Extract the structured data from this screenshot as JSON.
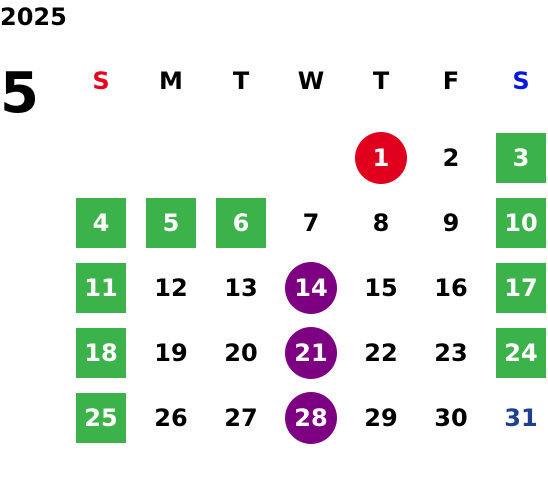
{
  "calendar": {
    "year": "2025",
    "month": "5",
    "weekdays": [
      "S",
      "M",
      "T",
      "W",
      "T",
      "F",
      "S"
    ],
    "days": [
      {
        "day": "",
        "style": "empty"
      },
      {
        "day": "",
        "style": "empty"
      },
      {
        "day": "",
        "style": "empty"
      },
      {
        "day": "",
        "style": "empty"
      },
      {
        "day": "1",
        "style": "red"
      },
      {
        "day": "2",
        "style": "normal"
      },
      {
        "day": "3",
        "style": "green"
      },
      {
        "day": "4",
        "style": "green"
      },
      {
        "day": "5",
        "style": "green"
      },
      {
        "day": "6",
        "style": "green"
      },
      {
        "day": "7",
        "style": "normal"
      },
      {
        "day": "8",
        "style": "normal"
      },
      {
        "day": "9",
        "style": "normal"
      },
      {
        "day": "10",
        "style": "green"
      },
      {
        "day": "11",
        "style": "green"
      },
      {
        "day": "12",
        "style": "normal"
      },
      {
        "day": "13",
        "style": "normal"
      },
      {
        "day": "14",
        "style": "purple"
      },
      {
        "day": "15",
        "style": "normal"
      },
      {
        "day": "16",
        "style": "normal"
      },
      {
        "day": "17",
        "style": "green"
      },
      {
        "day": "18",
        "style": "green"
      },
      {
        "day": "19",
        "style": "normal"
      },
      {
        "day": "20",
        "style": "normal"
      },
      {
        "day": "21",
        "style": "purple"
      },
      {
        "day": "22",
        "style": "normal"
      },
      {
        "day": "23",
        "style": "normal"
      },
      {
        "day": "24",
        "style": "green"
      },
      {
        "day": "25",
        "style": "green"
      },
      {
        "day": "26",
        "style": "normal"
      },
      {
        "day": "27",
        "style": "normal"
      },
      {
        "day": "28",
        "style": "purple"
      },
      {
        "day": "29",
        "style": "normal"
      },
      {
        "day": "30",
        "style": "normal"
      },
      {
        "day": "31",
        "style": "blue"
      }
    ],
    "colors": {
      "holiday_green": "#3cb34a",
      "highlight_red": "#e0001d",
      "highlight_purple": "#7d0082",
      "sunday_header": "#e8001c",
      "saturday_header": "#0018e0",
      "day31_blue": "#1f3f8f"
    }
  }
}
